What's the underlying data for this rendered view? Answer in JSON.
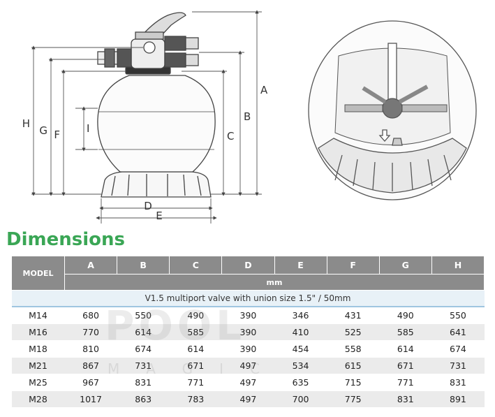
{
  "diagram": {
    "labels": {
      "A": "A",
      "B": "B",
      "C": "C",
      "D": "D",
      "E": "E",
      "F": "F",
      "G": "G",
      "H": "H",
      "I": "I"
    }
  },
  "heading": "Dimensions",
  "table": {
    "model_header": "MODEL",
    "columns": [
      "A",
      "B",
      "C",
      "D",
      "E",
      "F",
      "G",
      "H"
    ],
    "unit": "mm",
    "note": "V1.5 multiport valve with union size 1.5\" / 50mm",
    "rows": [
      {
        "model": "M14",
        "values": [
          "680",
          "550",
          "490",
          "390",
          "346",
          "431",
          "490",
          "550"
        ]
      },
      {
        "model": "M16",
        "values": [
          "770",
          "614",
          "585",
          "390",
          "410",
          "525",
          "585",
          "641"
        ]
      },
      {
        "model": "M18",
        "values": [
          "810",
          "674",
          "614",
          "390",
          "454",
          "558",
          "614",
          "674"
        ]
      },
      {
        "model": "M21",
        "values": [
          "867",
          "731",
          "671",
          "497",
          "534",
          "615",
          "671",
          "731"
        ]
      },
      {
        "model": "M25",
        "values": [
          "967",
          "831",
          "771",
          "497",
          "635",
          "715",
          "771",
          "831"
        ]
      },
      {
        "model": "M28",
        "values": [
          "1017",
          "863",
          "783",
          "497",
          "700",
          "775",
          "831",
          "891"
        ]
      }
    ]
  },
  "watermark": {
    "big": "POOL",
    "small": "MAGIC"
  }
}
